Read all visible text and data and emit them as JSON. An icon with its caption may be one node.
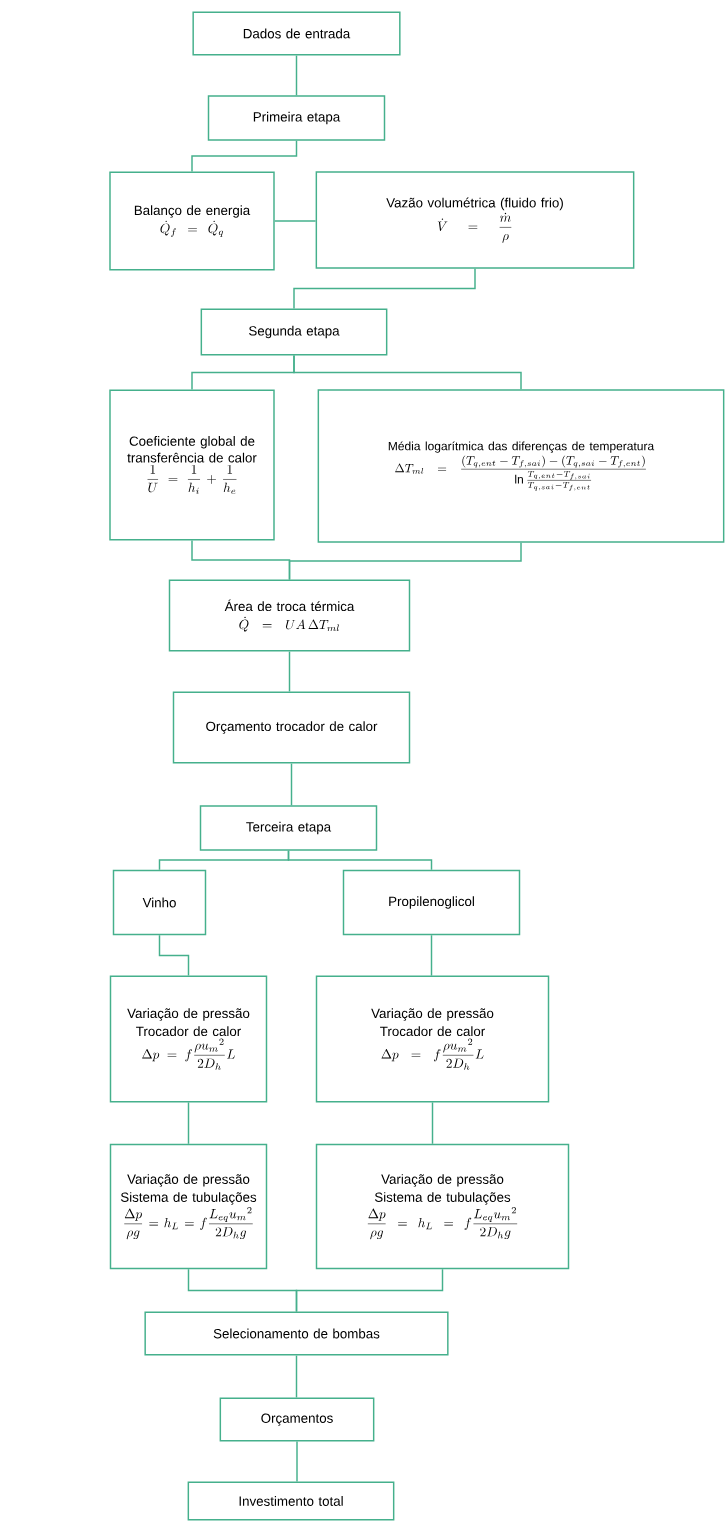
{
  "diagram": {
    "nodes": [
      {
        "text": [
          "Dados de entrada"
        ]
      },
      {
        "text": [
          "Primeira etapa"
        ]
      },
      {
        "text": [
          "Balanço de energia",
          "\\dot{Q}_f = \\dot{Q}_q"
        ]
      },
      {
        "text": [
          "Vazão volumétrica (fluido frio)",
          "\\dot{V} = \\frac{\\dot{m}}{\\rho}"
        ]
      },
      {
        "text": [
          "Segunda etapa"
        ]
      },
      {
        "text": [
          "Coeficiente global de transferência de calor",
          "\\frac{1}{U} = \\frac{1}{h_i} + \\frac{1}{h_e}"
        ]
      },
      {
        "text": [
          "Média logarítmica das diferenças de temperatura",
          "\\Delta T_{ml} = \\frac{(T_{q,ent} - T_{f,sai}) - (T_{q,sai} - T_{f,ent})}{\\ln \\frac{T_{q,ent} - T_{f,sai}}{T_{q,sai} - T_{f,ent}}}"
        ]
      },
      {
        "text": [
          "Área de troca térmica",
          "\\dot{Q} = U A \\, \\Delta T_{ml}"
        ]
      },
      {
        "text": [
          "Orçamento trocador de calor"
        ]
      },
      {
        "text": [
          "Terceira etapa"
        ]
      },
      {
        "text": [
          "Vinho"
        ]
      },
      {
        "text": [
          "Propilenoglicol"
        ]
      },
      {
        "text": [
          "Variação de pressão",
          "Trocador de calor",
          "\\Delta p = f \\frac{\\rho {u_m}^2}{2 D_h} L"
        ]
      },
      {
        "text": [
          "Variação de pressão",
          "Trocador de calor",
          "\\Delta p = f \\frac{\\rho {u_m}^2}{2 D_h} L"
        ]
      },
      {
        "text": [
          "Variação de pressão",
          "Sistema de tubulações",
          "\\frac{\\Delta p}{\\rho g} = h_L = f \\frac{L_{eq} {u_m}^2}{2 D_h g}"
        ]
      },
      {
        "text": [
          "Variação de pressão",
          "Sistema de tubulações",
          "\\frac{\\Delta p}{\\rho g} = h_L = f \\frac{L_{eq} {u_m}^2}{2 D_h g}"
        ]
      },
      {
        "text": [
          "Selecionamento de bombas"
        ]
      },
      {
        "text": [
          "Orçamentos"
        ]
      },
      {
        "text": [
          "Investimento total"
        ]
      }
    ],
    "edges": [
      {
        "from": 0,
        "to": 1,
        "arrow": "none"
      },
      {
        "from": 1,
        "to": 2,
        "arrow": "none"
      },
      {
        "from": 2,
        "to": 3,
        "arrow": "none"
      },
      {
        "from": 3,
        "to": 4,
        "arrow": "none"
      },
      {
        "from": 4,
        "to": 5,
        "arrow": "none"
      },
      {
        "from": 4,
        "to": 6,
        "arrow": "none"
      },
      {
        "from": 5,
        "to": 7,
        "arrow": "none"
      },
      {
        "from": 6,
        "to": 7,
        "arrow": "none"
      },
      {
        "from": 7,
        "to": 8,
        "arrow": "none"
      },
      {
        "from": 8,
        "to": 9,
        "arrow": "none"
      },
      {
        "from": 9,
        "to": 10,
        "arrow": "none"
      },
      {
        "from": 9,
        "to": 11,
        "arrow": "none"
      },
      {
        "from": 10,
        "to": 12,
        "arrow": "none"
      },
      {
        "from": 11,
        "to": 13,
        "arrow": "none"
      },
      {
        "from": 12,
        "to": 14,
        "arrow": "none"
      },
      {
        "from": 13,
        "to": 15,
        "arrow": "none"
      },
      {
        "from": 14,
        "to": 16,
        "arrow": "none"
      },
      {
        "from": 15,
        "to": 16,
        "arrow": "none"
      },
      {
        "from": 16,
        "to": 17,
        "arrow": "none"
      },
      {
        "from": 17,
        "to": 18,
        "arrow": "none"
      }
    ]
  }
}
